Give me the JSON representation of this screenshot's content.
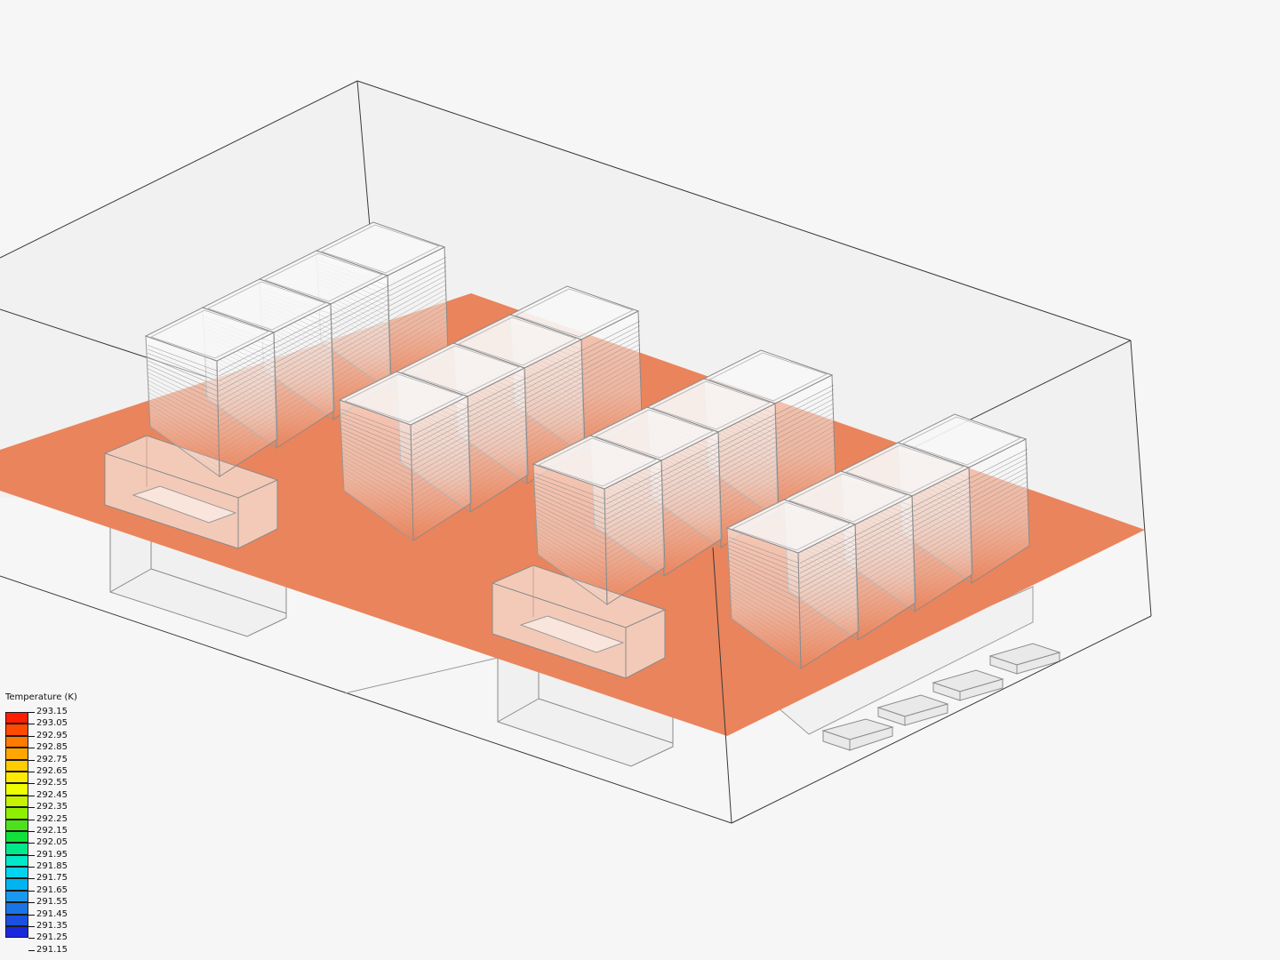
{
  "legend": {
    "title": "Temperature (K)",
    "colors": [
      "#ff1f00",
      "#ff4a00",
      "#ff7a00",
      "#ffa600",
      "#ffcc00",
      "#ffea00",
      "#f0ff00",
      "#c6f200",
      "#8ef000",
      "#4de11c",
      "#12e03a",
      "#00e88a",
      "#00e8c8",
      "#00d4ef",
      "#00b4f0",
      "#1a98ee",
      "#1a74e6",
      "#1a50e0",
      "#1a28dc"
    ],
    "ticks": [
      "293.15",
      "293.05",
      "292.95",
      "292.85",
      "292.75",
      "292.65",
      "292.55",
      "292.45",
      "292.35",
      "292.25",
      "292.15",
      "292.05",
      "291.95",
      "291.85",
      "291.75",
      "291.65",
      "291.55",
      "291.45",
      "291.35",
      "291.25",
      "291.15"
    ]
  },
  "plane": {
    "color": "#ea845c",
    "field_value": "292.95"
  }
}
